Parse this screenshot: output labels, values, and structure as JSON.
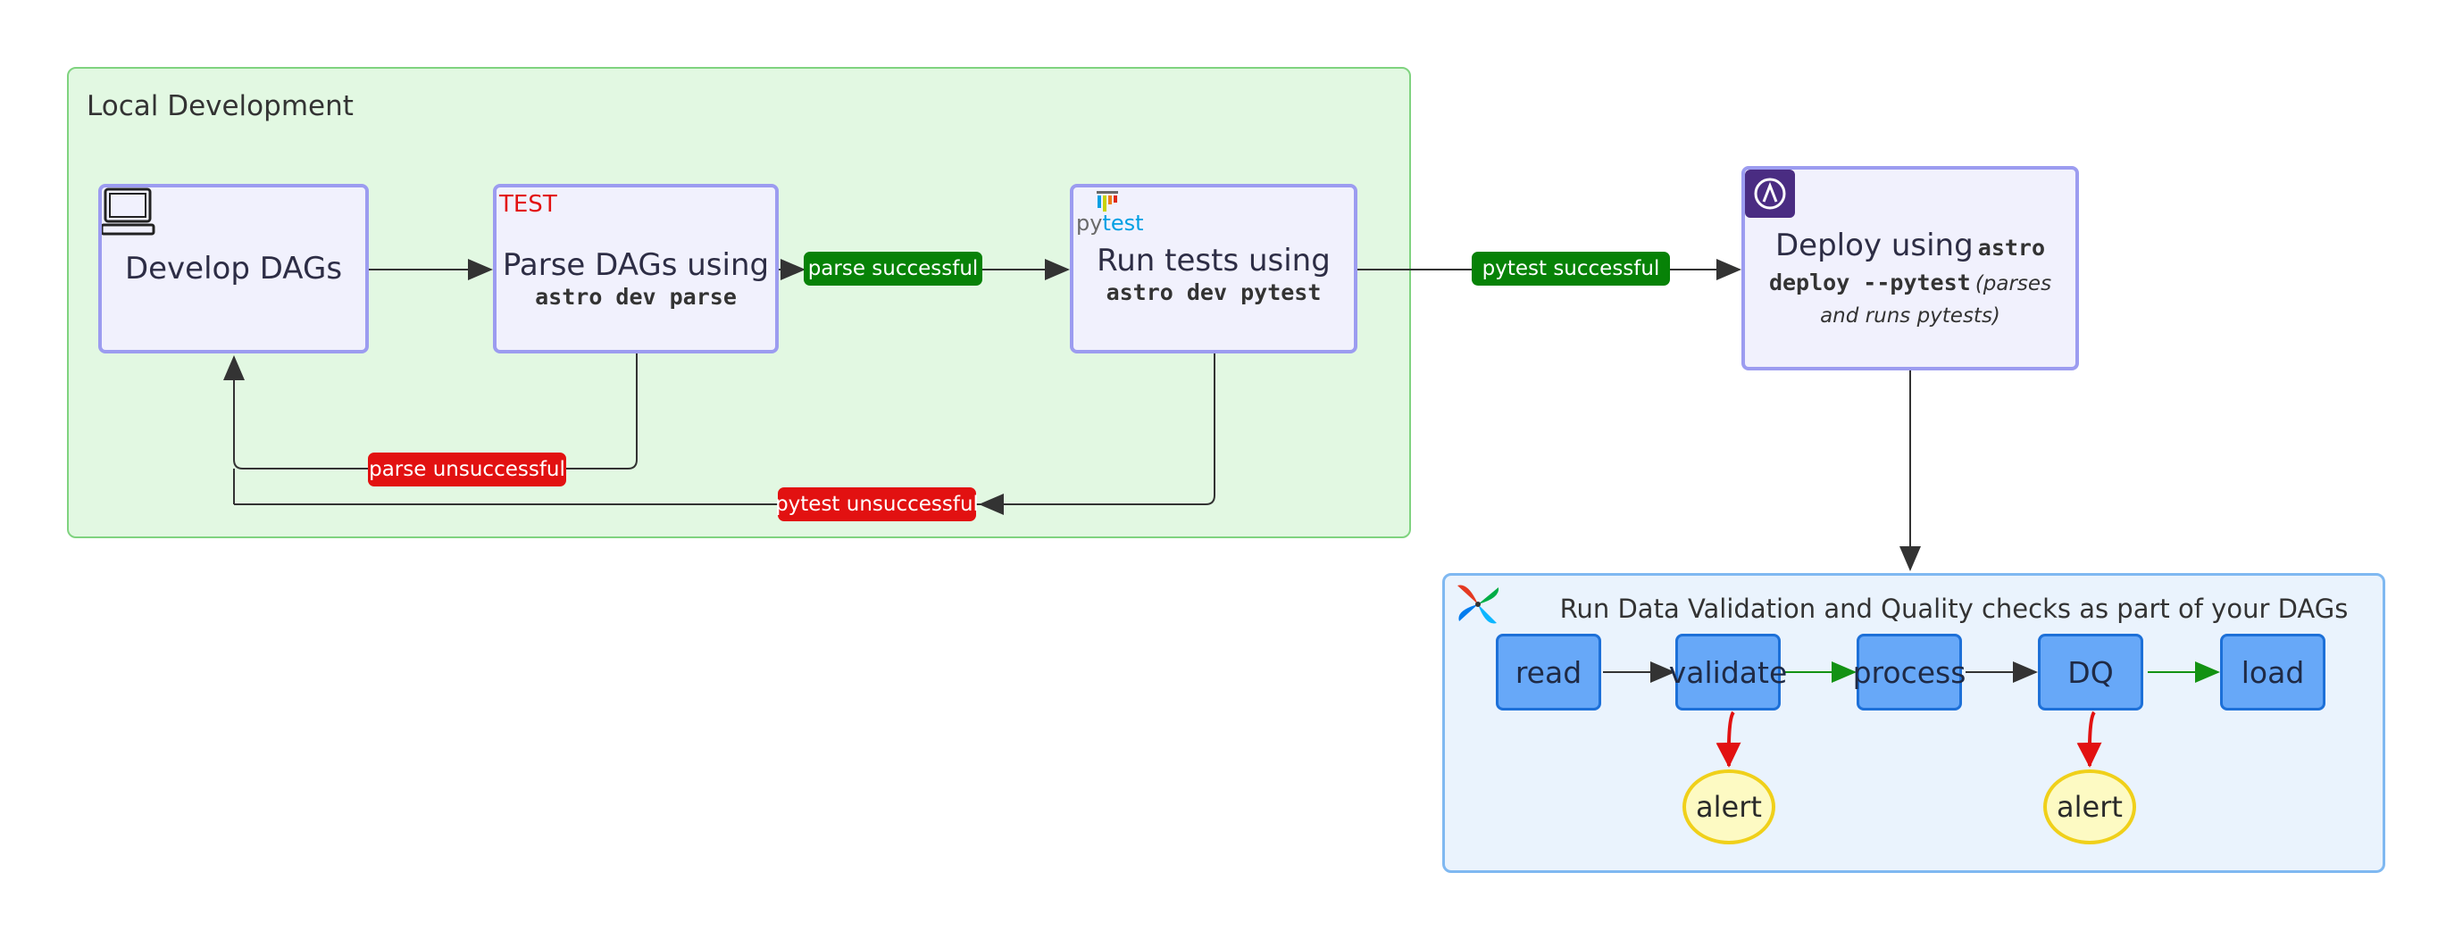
{
  "local_group": {
    "title": "Local Development"
  },
  "dag_group": {
    "title": "Run Data Validation and Quality checks as part of your DAGs"
  },
  "nodes": {
    "develop": {
      "title": "Develop DAGs",
      "icon": "laptop-icon"
    },
    "parse": {
      "badge": "TEST",
      "title": "Parse DAGs using",
      "command": "astro dev parse"
    },
    "pytest": {
      "logo_py": "py",
      "logo_test": "test",
      "title": "Run tests using",
      "command": "astro dev pytest"
    },
    "deploy": {
      "icon": "astro-logo-icon",
      "title": "Deploy using",
      "command_a": "astro",
      "command_b": "deploy --pytest",
      "note_a": "(parses",
      "note_b": "and runs pytests)"
    }
  },
  "edge_labels": {
    "parse_ok": "parse successful",
    "pytest_ok": "pytest successful",
    "parse_fail": "parse unsuccessful",
    "pytest_fail": "pytest unsuccessful"
  },
  "dag_tasks": [
    "read",
    "validate",
    "process",
    "DQ",
    "load"
  ],
  "alerts": [
    "alert",
    "alert"
  ],
  "colors": {
    "success": "#078207",
    "failure": "#e21111",
    "node_border": "#9c9cf0",
    "task_fill": "#67a8f8"
  }
}
